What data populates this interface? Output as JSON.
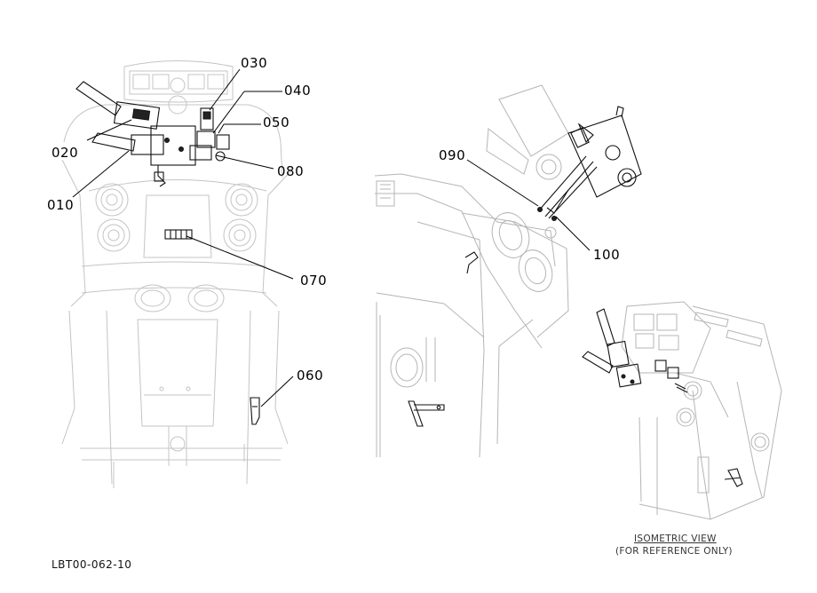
{
  "callouts": {
    "p010": "010",
    "p020": "020",
    "p030": "030",
    "p040": "040",
    "p050": "050",
    "p060": "060",
    "p070": "070",
    "p080": "080",
    "p090": "090",
    "p100": "100"
  },
  "isometric_view": {
    "title": "ISOMETRIC VIEW",
    "subtitle": "(FOR REFERENCE ONLY)"
  },
  "drawing_code": "LBT00-062-10"
}
